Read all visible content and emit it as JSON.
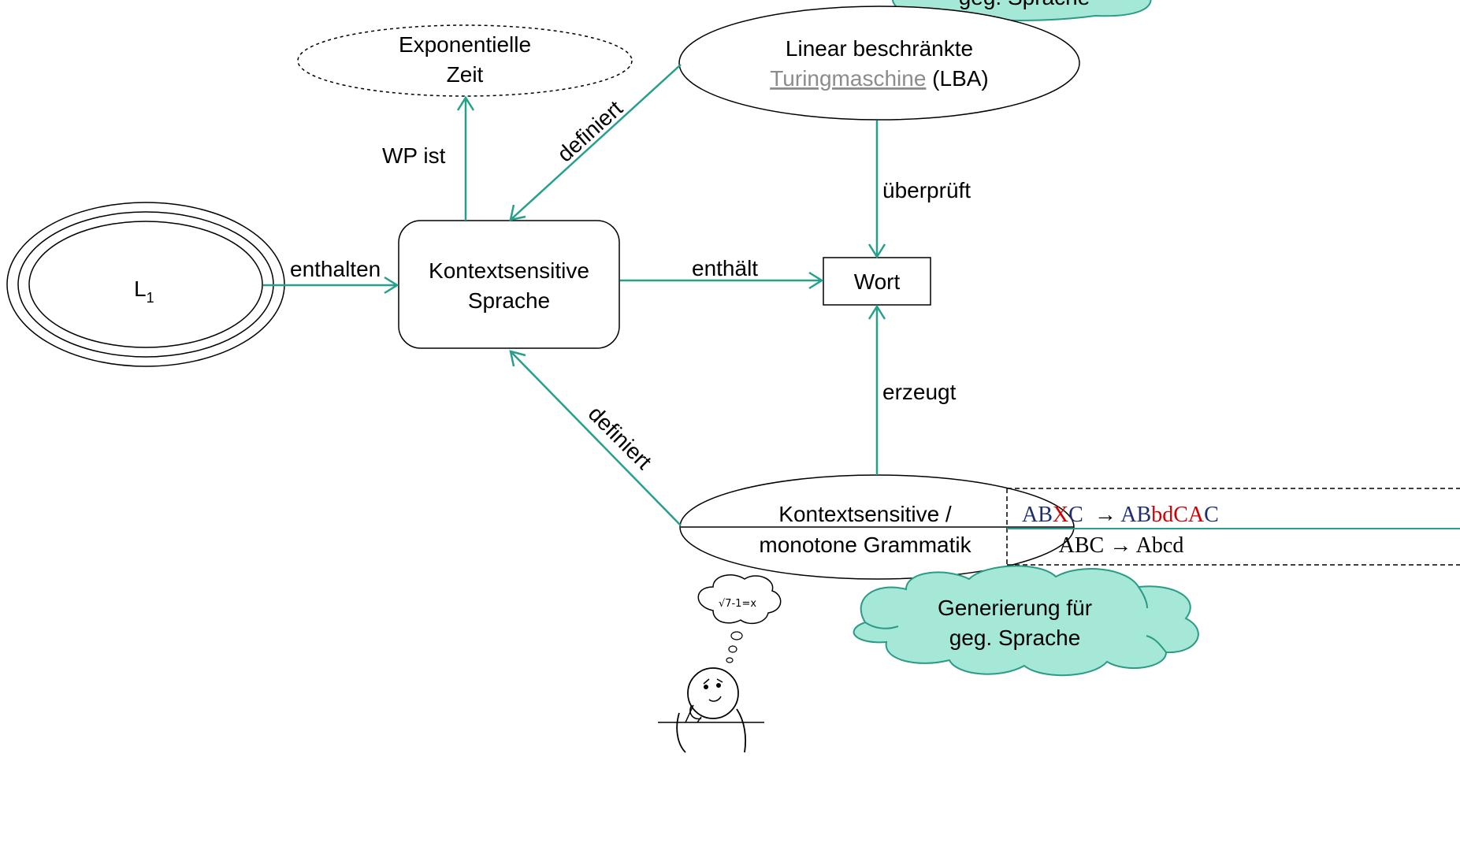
{
  "colors": {
    "edge": "#26a08a",
    "cloud_fill": "#a6e8d8",
    "cloud_stroke": "#2a9b86",
    "rule_dark": "#1f2f6e",
    "rule_red": "#d00000",
    "link_gray": "#8c8c8c"
  },
  "nodes": {
    "exp_time": {
      "line1": "Exponentielle",
      "line2": "Zeit"
    },
    "lba": {
      "line1": "Linear beschränkte",
      "link": "Turingmaschine",
      "suffix": " (LBA)"
    },
    "l1": {
      "main": "L",
      "sub": "1"
    },
    "csl": {
      "line1": "Kontextsensitive",
      "line2": "Sprache"
    },
    "word": {
      "label": "Wort"
    },
    "grammar": {
      "line1": "Kontextsensitive /",
      "line2": "monotone Grammatik"
    }
  },
  "edges": {
    "wp_ist": "WP ist",
    "definiert_top": "definiert",
    "ueberprueft": "überprüft",
    "enthalten": "enthalten",
    "enthaelt": "enthält",
    "erzeugt": "erzeugt",
    "definiert_bottom": "definiert"
  },
  "rules": {
    "rule1": {
      "p1": "AB",
      "p2": "X",
      "p3": "C",
      "arrow": "  → ",
      "p4": "AB",
      "p5": "bdCA",
      "p6": "C"
    },
    "rule2": "ABC → Abcd"
  },
  "clouds": {
    "top": {
      "line1": "geg. Sprache"
    },
    "bottom": {
      "line1": "Generierung für",
      "line2": "geg. Sprache"
    }
  },
  "figure": {
    "thought": "√7-1=x"
  }
}
